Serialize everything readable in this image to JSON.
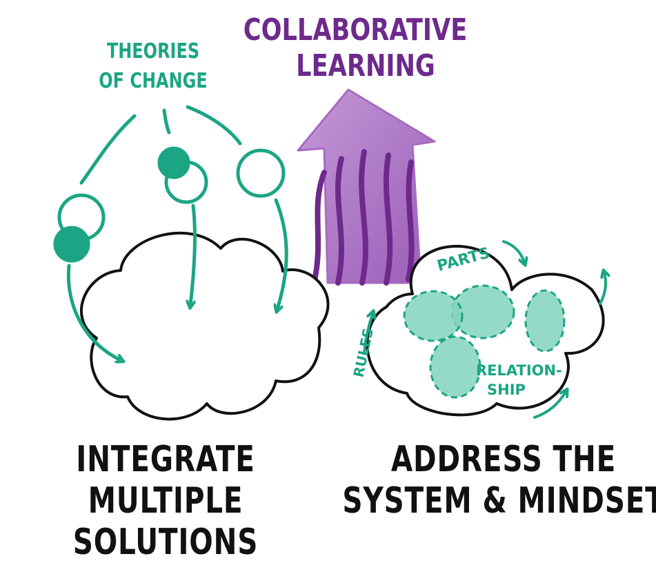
{
  "header": {
    "title_line1": "COLLABORATIVE",
    "title_line2": "LEARNING"
  },
  "left_diagram": {
    "label_line1": "THEORIES",
    "label_line2": "OF CHANGE"
  },
  "right_diagram": {
    "parts_label": "PARTS",
    "rules_label": "RULES",
    "relationship_line1": "RELATION-",
    "relationship_line2": "SHIP"
  },
  "captions": {
    "left_line1": "INTEGRATE",
    "left_line2": "MULTIPLE SOLUTIONS",
    "right_line1": "ADDRESS THE",
    "right_line2": "SYSTEM & MINDSET"
  },
  "colors": {
    "green": "#1ba584",
    "purple": "#6d2a8c",
    "purple_light": "#a66bc0",
    "ink": "#111111",
    "teal_fill": "#82d4bd"
  }
}
